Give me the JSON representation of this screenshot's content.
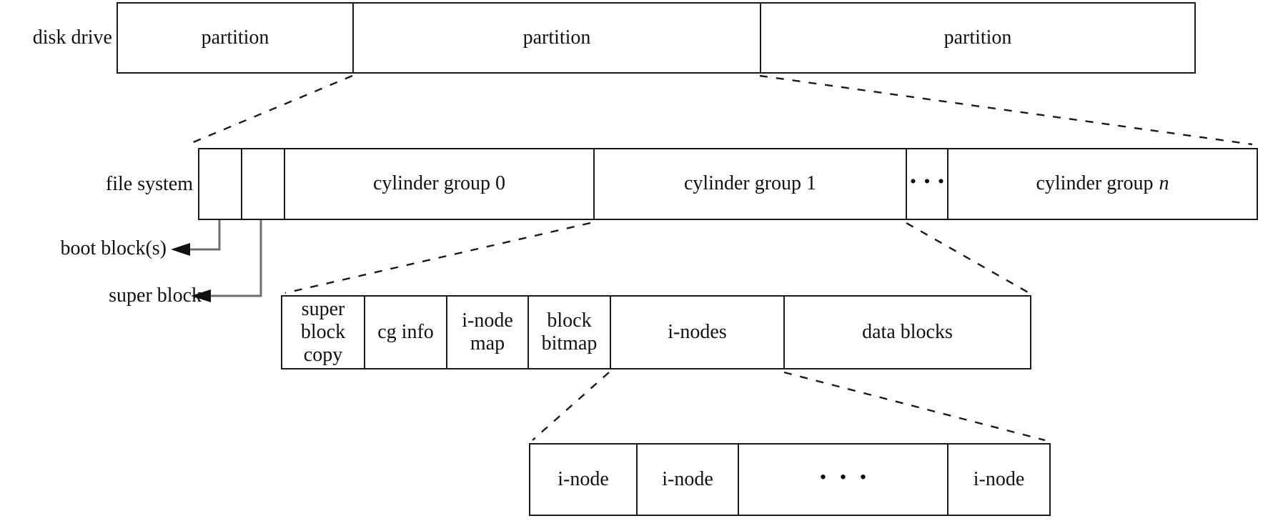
{
  "colors": {
    "line": "#1a1a1a",
    "text": "#111111",
    "leader": "#6e6e6e",
    "background": "#ffffff"
  },
  "figure": {
    "disk": {
      "label": "disk drive",
      "cells": [
        "partition",
        "partition",
        "partition"
      ]
    },
    "fs": {
      "label": "file system",
      "cg0": "cylinder group 0",
      "cg1": "cylinder group 1",
      "dots": "...",
      "cgn_prefix": "cylinder group",
      "cgn_var": "n"
    },
    "cg": {
      "cells": [
        "super block copy",
        "cg info",
        "i-node map",
        "block bitmap",
        "i-nodes",
        "data blocks"
      ]
    },
    "inodes": {
      "cells": [
        "i-node",
        "i-node",
        "...",
        "i-node"
      ]
    },
    "annotations": {
      "boot": "boot block(s)",
      "super": "super block"
    }
  }
}
